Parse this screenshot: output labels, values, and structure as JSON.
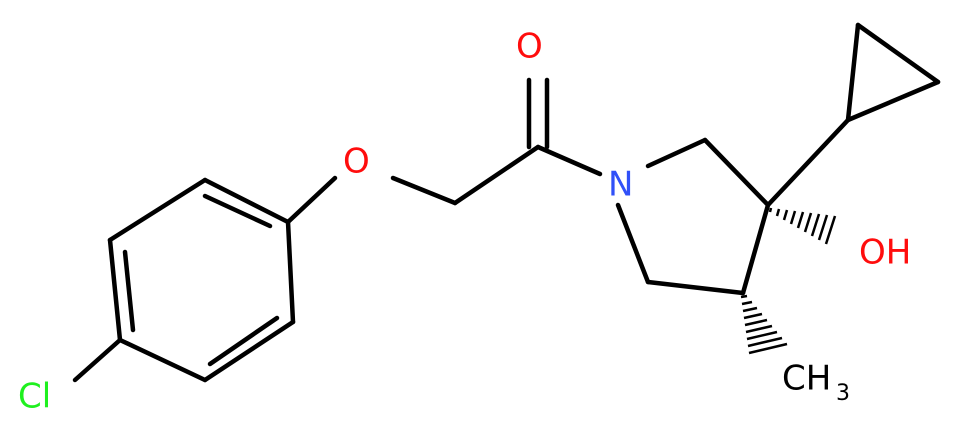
{
  "atoms": {
    "carbonyl_oxygen": {
      "symbol": "O",
      "color": "#ff0d0d"
    },
    "ether_oxygen": {
      "symbol": "O",
      "color": "#ff0d0d"
    },
    "nitrogen": {
      "symbol": "N",
      "color": "#3050f8"
    },
    "hydroxyl": {
      "symbol": "OH",
      "color": "#ff0d0d"
    },
    "chlorine": {
      "symbol": "Cl",
      "color": "#1ff01f"
    },
    "methyl": {
      "symbol": "CH",
      "subscript": "3",
      "color": "#000000"
    }
  },
  "bond_color": "#000000"
}
